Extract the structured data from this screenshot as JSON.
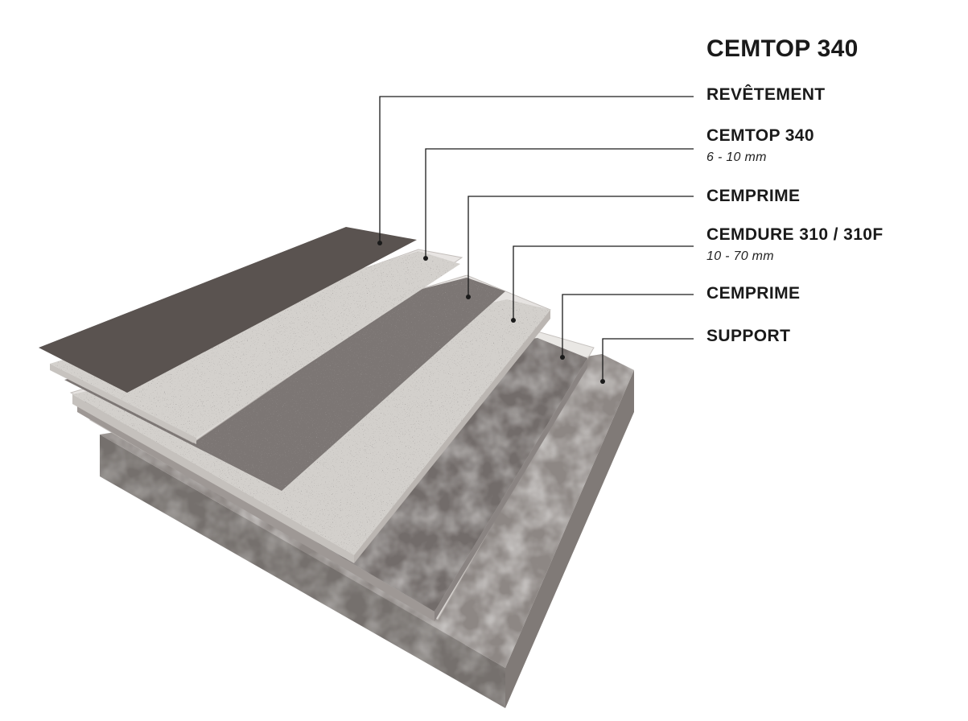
{
  "title": "CEMTOP 340",
  "layers": [
    {
      "name": "REVÊTEMENT",
      "thickness": ""
    },
    {
      "name": "CEMTOP 340",
      "thickness": "6 - 10 mm"
    },
    {
      "name": "CEMPRIME",
      "thickness": ""
    },
    {
      "name": "CEMDURE 310 / 310F",
      "thickness": "10 - 70 mm"
    },
    {
      "name": "CEMPRIME",
      "thickness": ""
    },
    {
      "name": "SUPPORT",
      "thickness": ""
    }
  ],
  "colors": {
    "revetement": "#5a5350",
    "cemtop": "#d2cfcb",
    "cemprime": "#e3e0dd",
    "cemdure_top": "#7a7472",
    "support_top": "#8d8784",
    "support_side": "#7f7a77",
    "leader": "#1a1a1a"
  }
}
